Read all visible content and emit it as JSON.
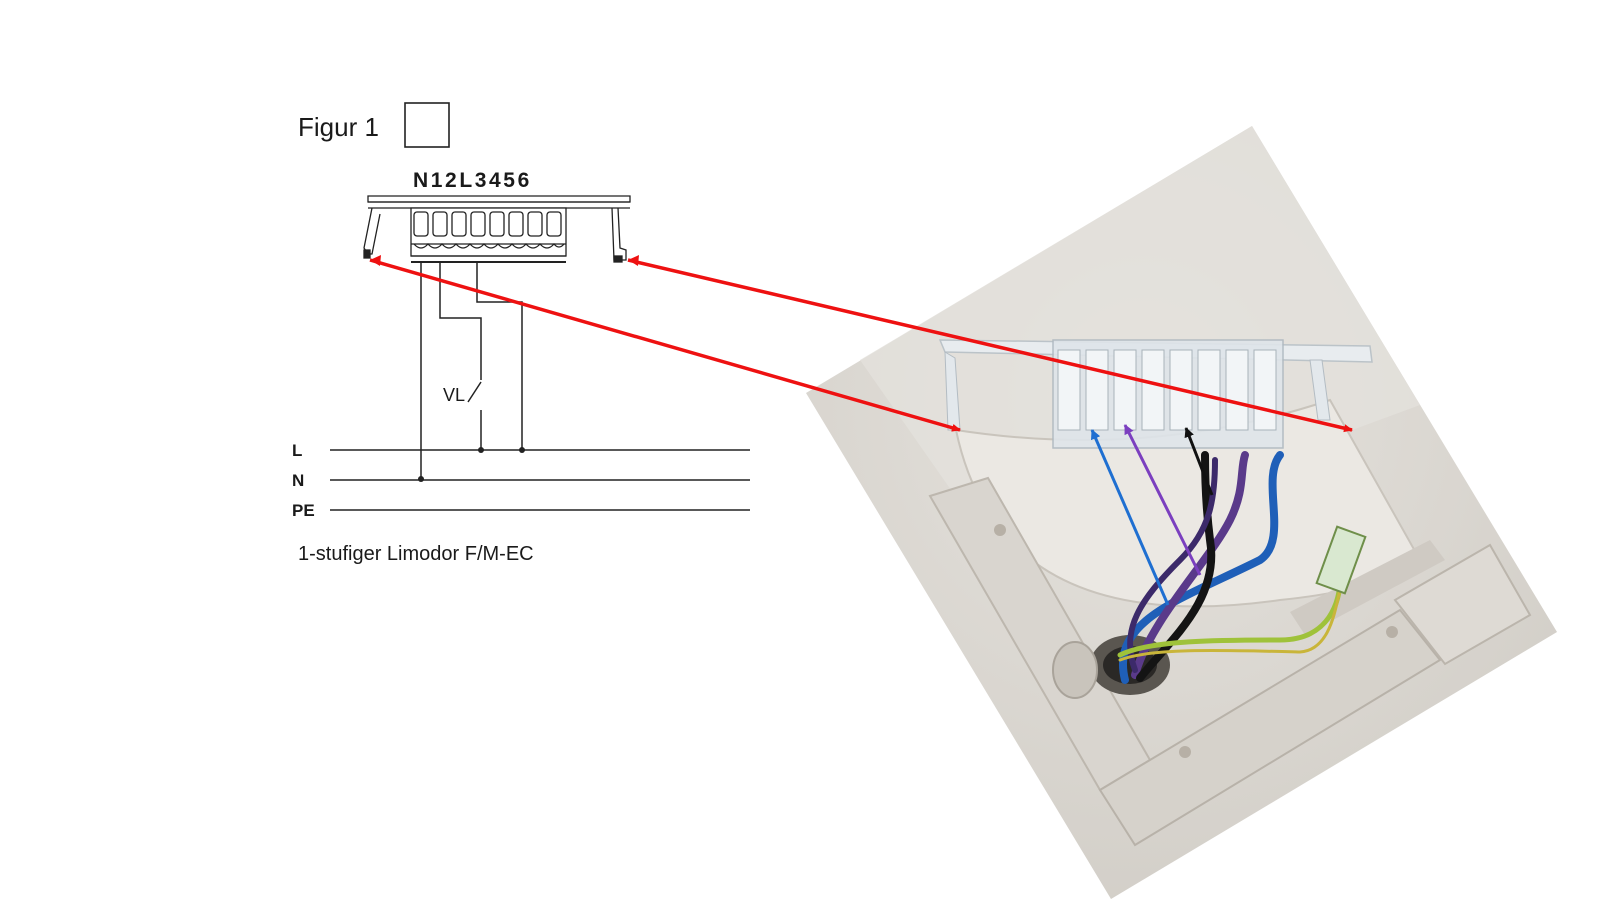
{
  "diagram": {
    "figure_label": "Figur 1",
    "terminal_header": "N12L3456",
    "switch_label": "VL",
    "bus_lines": [
      "L",
      "N",
      "PE"
    ],
    "caption": "1-stufiger Limodor F/M-EC"
  },
  "colors": {
    "annotation_arrow": "#ee1111",
    "wire_blue": "#1f6fd1",
    "wire_purple": "#7b3fbf",
    "wire_black": "#111111",
    "wire_green_yellow": "#9fc23a"
  },
  "photo": {
    "description_icon": "fan-junction-box-photo"
  }
}
